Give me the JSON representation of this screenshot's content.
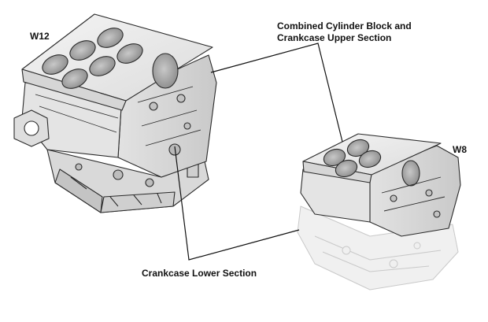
{
  "labels": {
    "w12": "W12",
    "w8": "W8",
    "upper_line1": "Combined Cylinder Block and",
    "upper_line2": "Crankcase Upper Section",
    "lower": "Crankcase Lower Section"
  },
  "colors": {
    "background": "#ffffff",
    "metal_light": "#eeeeee",
    "metal_mid": "#d4d4d4",
    "metal_dark": "#b0b0b0",
    "bore": "#9a9a9a",
    "outline": "#2a2a2a",
    "ghost": "#e6e6e6",
    "leader_line": "#111111"
  }
}
